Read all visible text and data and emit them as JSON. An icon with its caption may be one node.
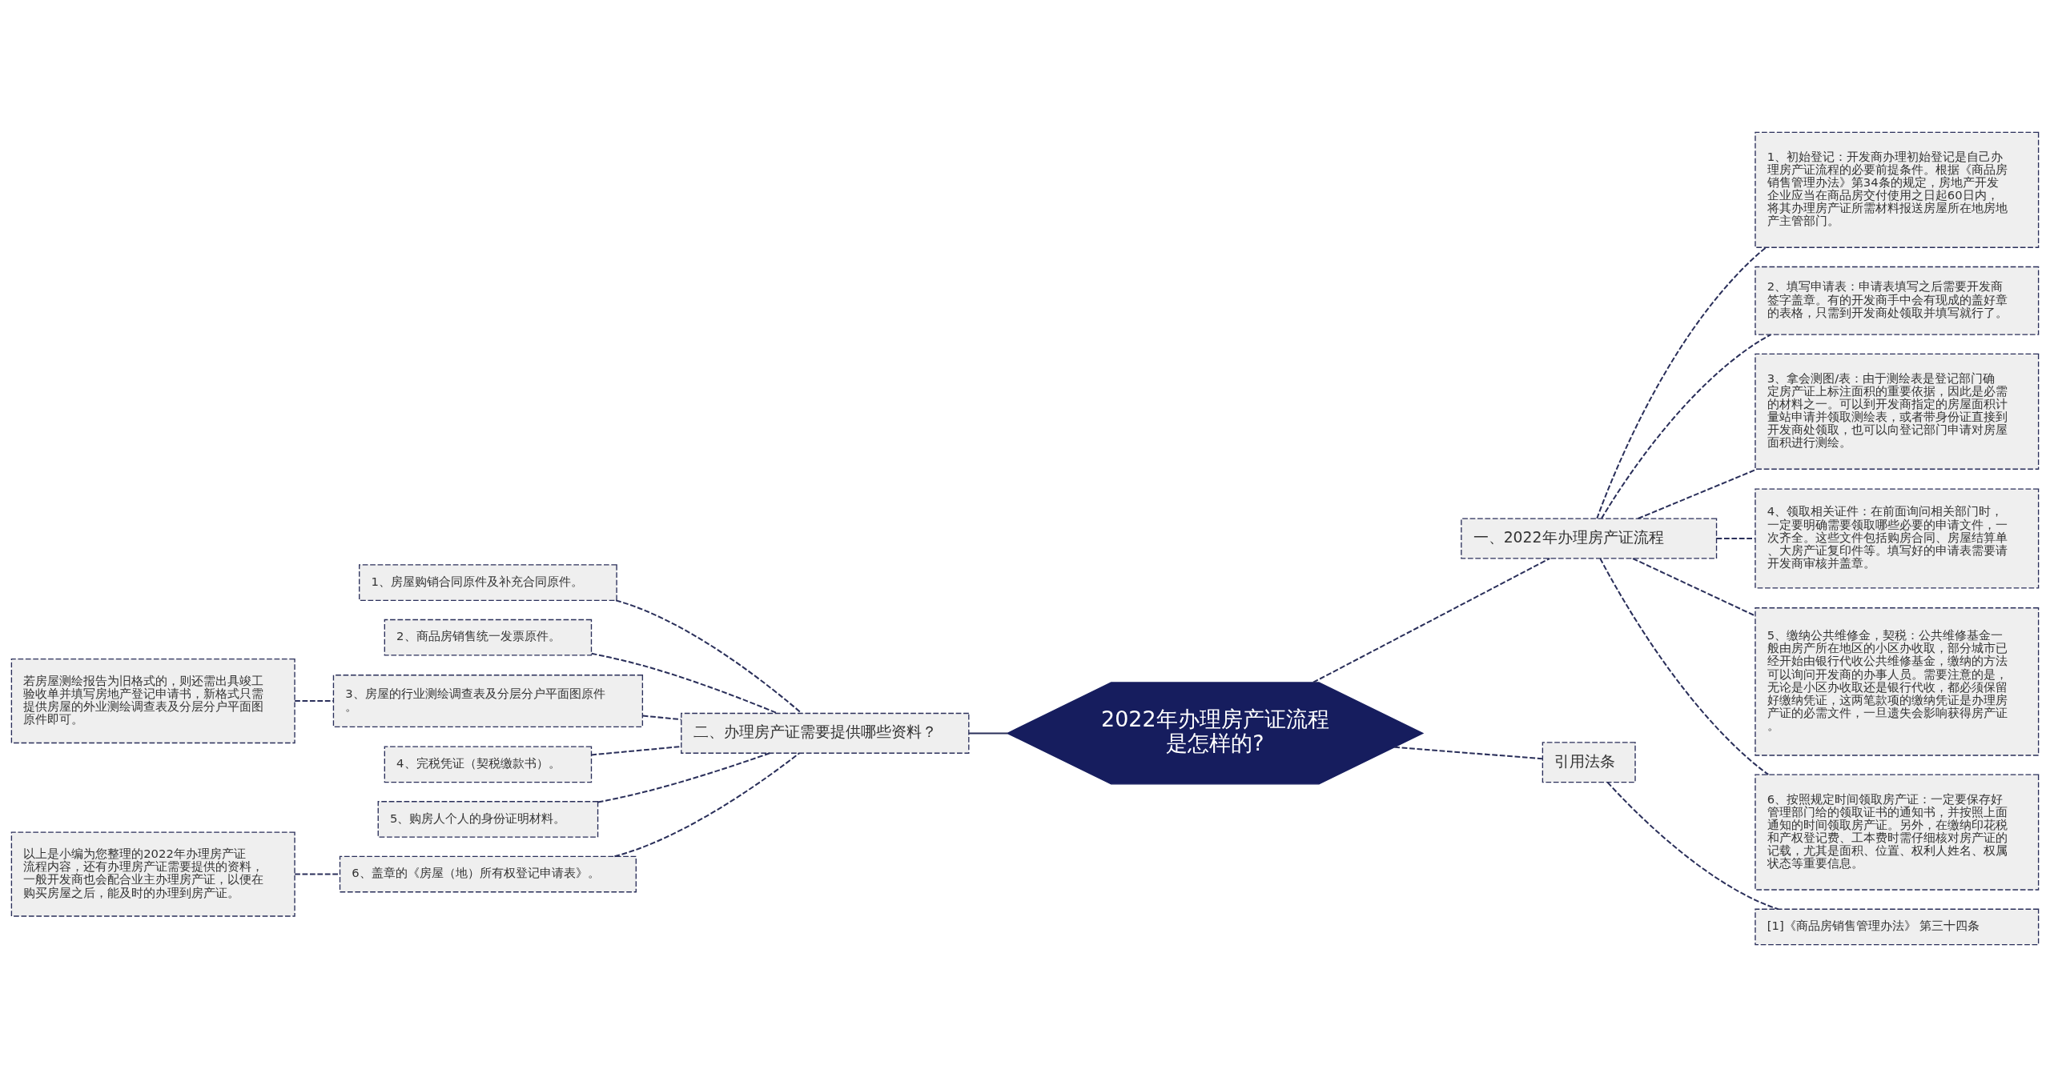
{
  "diagram": {
    "nodes": [
      {
        "text": [
          "2022年办理房产证流程是怎样的?"
        ]
      },
      {
        "text": [
          "一、2022年办理房产证流程"
        ]
      },
      {
        "text": [
          "1、初始登记：开发商办理初始登记是自己办理房产证流程的必要前提条件。根据《商品房销售管理办法》第34条的规定，房地产开发企业应当在商品房交付使用之日起60日内，将其办理房产证所需材料报送房屋所在地房地产主管部门。"
        ]
      },
      {
        "text": [
          "2、填写申请表：申请表填写之后需要开发商签字盖章。有的开发商手中会有现成的盖好章的表格，只需到开发商处领取并填写就行了。"
        ]
      },
      {
        "text": [
          "3、拿会测图/表：由于测绘表是登记部门确定房产证上标注面积的重要依据，因此是必需的材料之一。可以到开发商指定的房屋面积计量站申请并领取测绘表，或者带身份证直接到开发商处领取，也可以向登记部门申请对房屋面积进行测绘。"
        ]
      },
      {
        "text": [
          "4、领取相关证件：在前面询问相关部门时，一定要明确需要领取哪些必要的申请文件，一次齐全。这些文件包括购房合同、房屋结算单、大房产证复印件等。填写好的申请表需要请开发商审核并盖章。"
        ]
      },
      {
        "text": [
          "5、缴纳公共维修金，契税：公共维修基金一般由房产所在地区的小区办收取，部分城市已经开始由银行代收公共维修基金，缴纳的方法可以询问开发商的办事人员。需要注意的是，无论是小区办收取还是银行代收，都必须保留好缴纳凭证，这两笔款项的缴纳凭证是办理房产证的必需文件，一旦遗失会影响获得房产证。"
        ]
      },
      {
        "text": [
          "6、按照规定时间领取房产证：一定要保存好管理部门给的领取证书的通知书，并按照上面通知的时间领取房产证。另外，在缴纳印花税和产权登记费、工本费时需仔细核对房产证的记载，尤其是面积、位置、权利人姓名、权属状态等重要信息。"
        ]
      },
      {
        "text": [
          "引用法条"
        ]
      },
      {
        "text": [
          "[1]《商品房销售管理办法》 第三十四条"
        ]
      },
      {
        "text": [
          "二、办理房产证需要提供哪些资料？"
        ]
      },
      {
        "text": [
          "1、房屋购销合同原件及补充合同原件。"
        ]
      },
      {
        "text": [
          "2、商品房销售统一发票原件。"
        ]
      },
      {
        "text": [
          "3、房屋的行业测绘调查表及分层分户平面图原件。"
        ]
      },
      {
        "text": [
          "4、完税凭证（契税缴款书）。"
        ]
      },
      {
        "text": [
          "5、购房人个人的身份证明材料。"
        ]
      },
      {
        "text": [
          "6、盖章的《房屋（地）所有权登记申请表》。"
        ]
      },
      {
        "text": [
          "若房屋测绘报告为旧格式的，则还需出具竣工验收单并填写房地产登记申请书，新格式只需提供房屋的外业测绘调查表及分层分户平面图原件即可。"
        ]
      },
      {
        "text": [
          "以上是小编为您整理的2022年办理房产证流程内容，还有办理房产证需要提供的资料，一般开发商也会配合业主办理房产证，以便在购买房屋之后，能及时的办理到房产证。"
        ]
      }
    ],
    "edges": [
      {
        "from": 0,
        "to": 1,
        "arrow": "none",
        "style": "dashed"
      },
      {
        "from": 1,
        "to": 2,
        "arrow": "none",
        "style": "dashed"
      },
      {
        "from": 1,
        "to": 3,
        "arrow": "none",
        "style": "dashed"
      },
      {
        "from": 1,
        "to": 4,
        "arrow": "none",
        "style": "dashed"
      },
      {
        "from": 1,
        "to": 5,
        "arrow": "none",
        "style": "dashed"
      },
      {
        "from": 1,
        "to": 6,
        "arrow": "none",
        "style": "dashed"
      },
      {
        "from": 1,
        "to": 7,
        "arrow": "none",
        "style": "dashed"
      },
      {
        "from": 0,
        "to": 8,
        "arrow": "none",
        "style": "dashed"
      },
      {
        "from": 8,
        "to": 9,
        "arrow": "none",
        "style": "dashed"
      },
      {
        "from": 0,
        "to": 10,
        "arrow": "none"
      },
      {
        "from": 10,
        "to": 11,
        "arrow": "none",
        "style": "dashed"
      },
      {
        "from": 10,
        "to": 12,
        "arrow": "none",
        "style": "dashed"
      },
      {
        "from": 10,
        "to": 13,
        "arrow": "none",
        "style": "dashed"
      },
      {
        "from": 10,
        "to": 14,
        "arrow": "none",
        "style": "dashed"
      },
      {
        "from": 10,
        "to": 15,
        "arrow": "none",
        "style": "dashed"
      },
      {
        "from": 10,
        "to": 16,
        "arrow": "none",
        "style": "dashed"
      },
      {
        "from": 13,
        "to": 17,
        "arrow": "none",
        "style": "dashed"
      },
      {
        "from": 16,
        "to": 18,
        "arrow": "none",
        "style": "dashed"
      }
    ]
  }
}
